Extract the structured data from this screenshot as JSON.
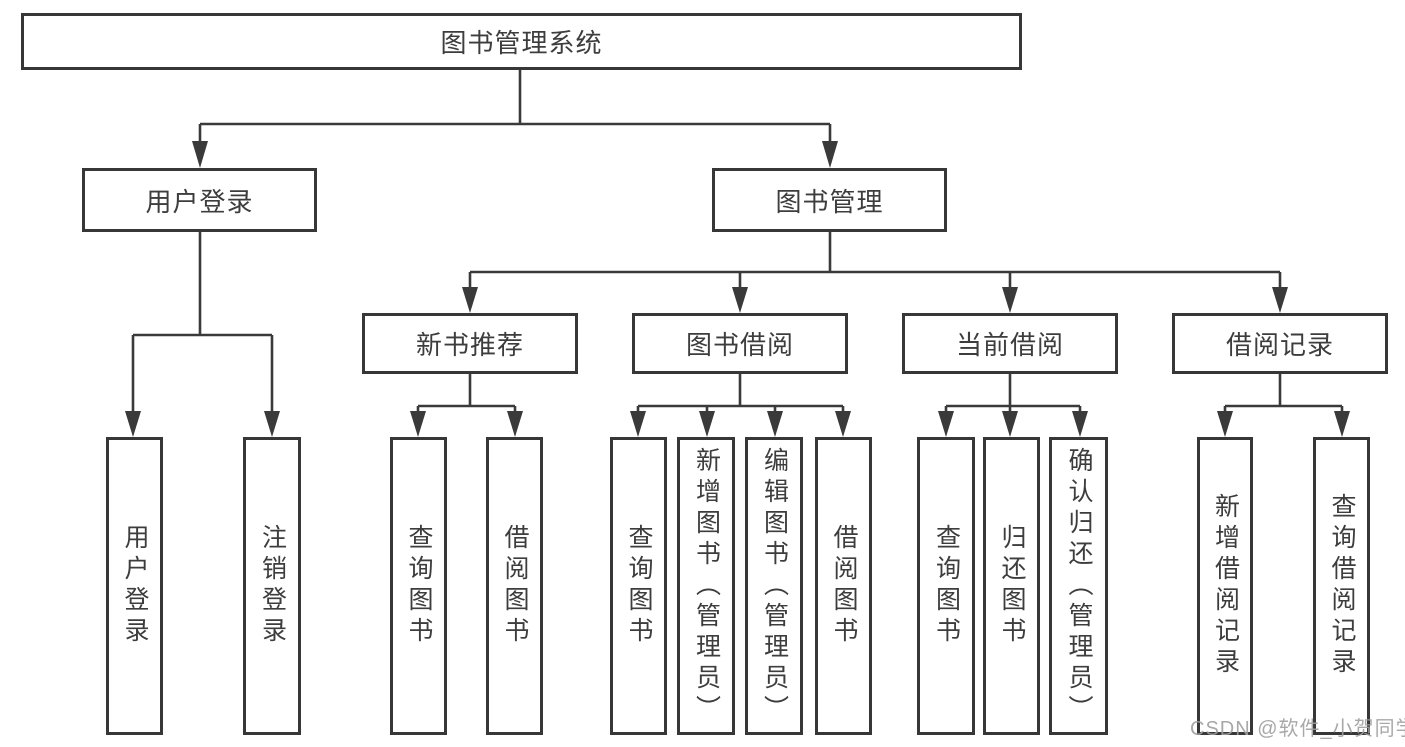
{
  "diagram_title": "图书管理系统",
  "nodes": {
    "root": "图书管理系统",
    "userLogin": "用户登录",
    "bookMgmt": "图书管理",
    "newBookRec": "新书推荐",
    "bookBorrow": "图书借阅",
    "currentBorrow": "当前借阅",
    "borrowRecord": "借阅记录",
    "leafUserLogin": "用户登录",
    "leafLogout": "注销登录",
    "leafNbQuery": "查询图书",
    "leafNbBorrow": "借阅图书",
    "leafBbQuery": "查询图书",
    "leafBbAdd": "新增图书（管理员）",
    "leafBbEdit": "编辑图书（管理员）",
    "leafBbBorrow": "借阅图书",
    "leafCbQuery": "查询图书",
    "leafCbReturn": "归还图书",
    "leafCbConfirm": "确认归还（管理员）",
    "leafBrAdd": "新增借阅记录",
    "leafBrQuery": "查询借阅记录"
  },
  "watermark": "CSDN @软件_小贺同学",
  "colors": {
    "line": "#3a3a3a",
    "border": "#373737",
    "text": "#3d3d3d",
    "watermark": "#9e9e9e",
    "background": "#ffffff"
  }
}
